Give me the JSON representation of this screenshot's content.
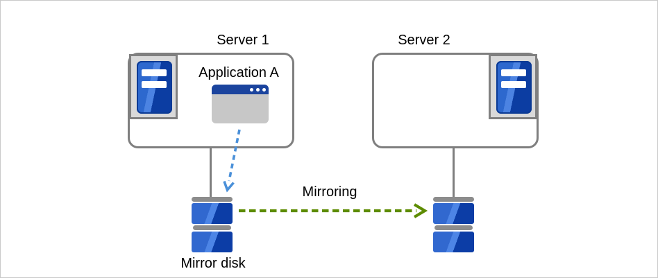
{
  "diagram": {
    "labels": {
      "server1": "Server 1",
      "server2": "Server 2",
      "application": "Application A",
      "mirroring": "Mirroring",
      "mirror_disk": "Mirror disk"
    },
    "icons": {
      "server1": "server-tower-icon",
      "server2": "server-tower-icon",
      "application": "app-window-icon",
      "left_disk": "mirror-disk-icon",
      "right_disk": "mirror-disk-icon"
    },
    "colors": {
      "box_border": "#7f7f7f",
      "icon_background": "#d9d9d9",
      "tower_blue": "#2d68ce",
      "tower_blue_dark": "#0c3da2",
      "tower_highlight": "#4c83e2",
      "window_titlebar": "#1b449e",
      "window_body": "#c7c7c7",
      "disk_gray": "#8c8c8c",
      "mirroring_arrow_green": "#5d8c00",
      "write_arrow_blue": "#4a90d9",
      "text": "#000000"
    }
  }
}
